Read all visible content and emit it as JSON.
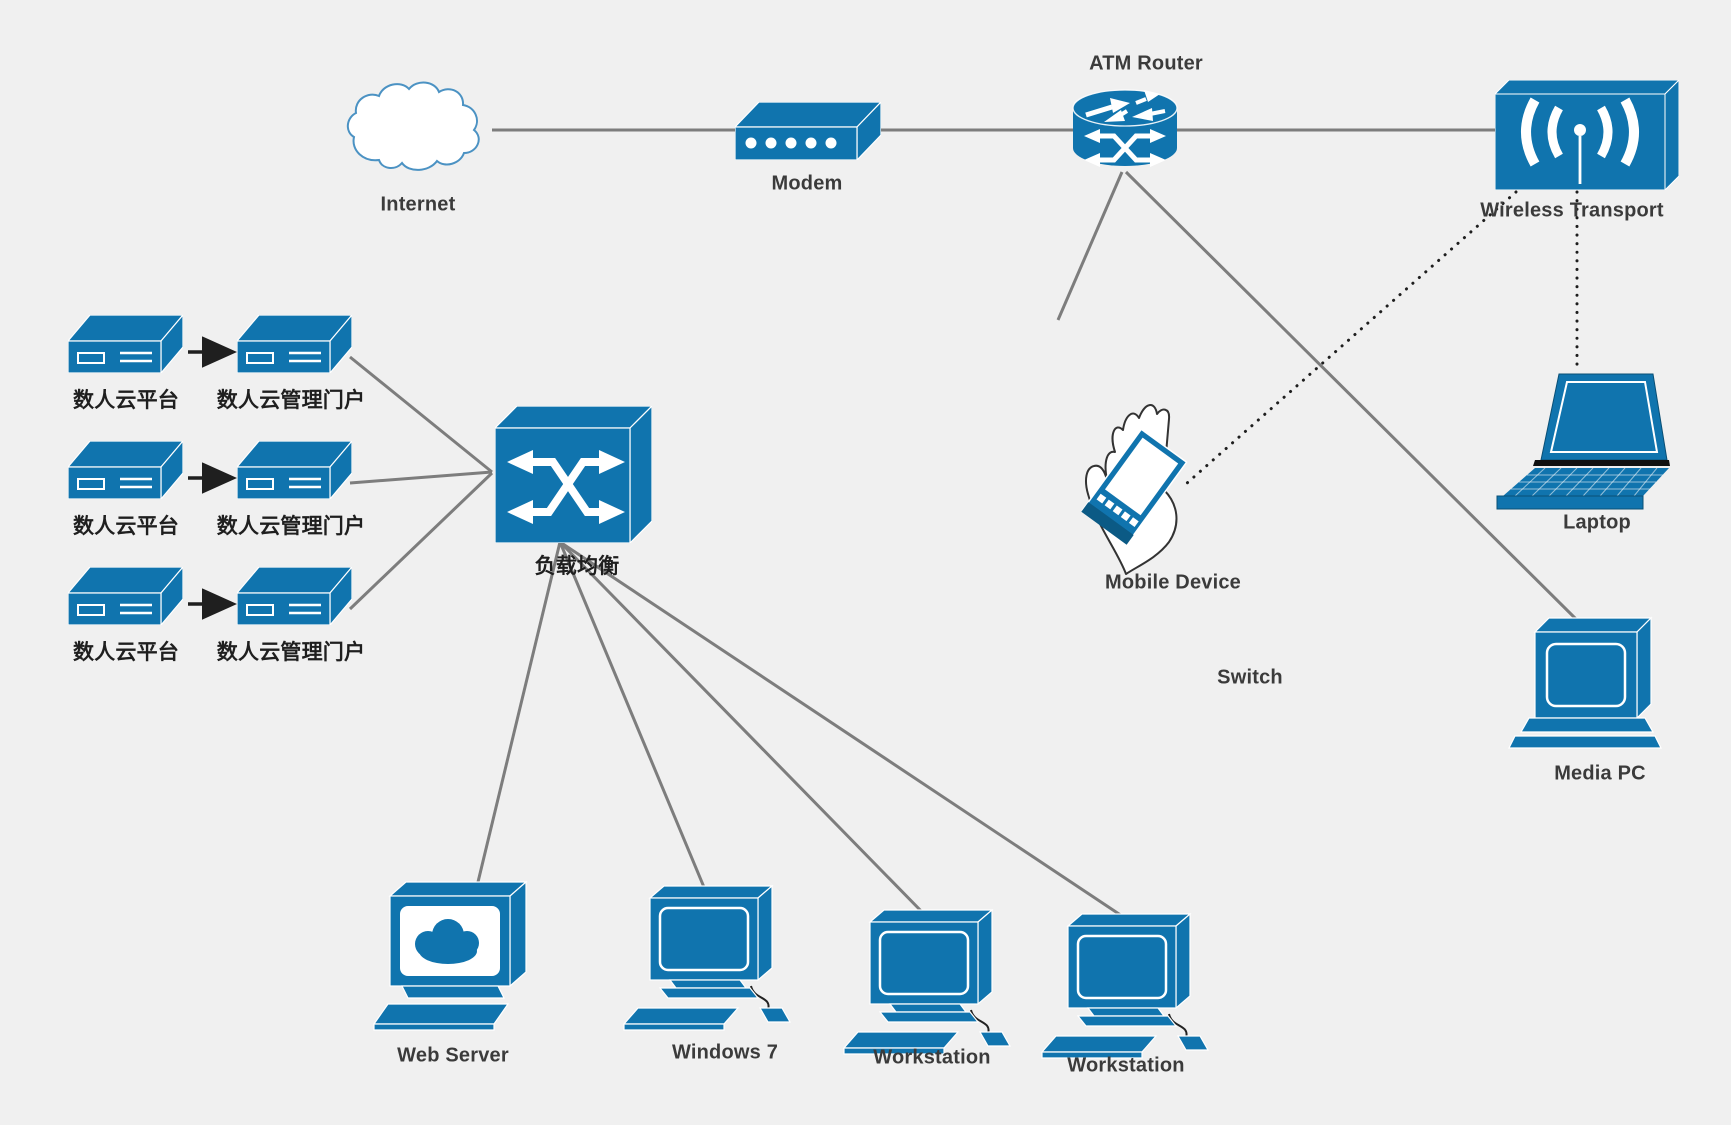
{
  "diagram": {
    "title": "Network topology diagram",
    "colors": {
      "background": "#f0f0f0",
      "accent_blue": "#1074ae",
      "accent_blue_dark": "#0b5a85",
      "connector_gray": "#7d7d7d",
      "dotted_black": "#1e1e1e",
      "label_color": "#3b3b3b",
      "cloud_outline": "#4b92c3"
    },
    "nodes": [
      {
        "id": "internet",
        "label": "Internet",
        "icon": "cloud-icon"
      },
      {
        "id": "modem",
        "label": "Modem",
        "icon": "modem-icon"
      },
      {
        "id": "atm-router",
        "label": "ATM Router",
        "icon": "router-icon"
      },
      {
        "id": "wireless-transport",
        "label": "Wireless Transport",
        "icon": "wireless-antenna-icon"
      },
      {
        "id": "mobile-device",
        "label": "Mobile Device",
        "icon": "hand-with-phone-icon"
      },
      {
        "id": "switch",
        "label": "Switch",
        "icon": null
      },
      {
        "id": "laptop",
        "label": "Laptop",
        "icon": "laptop-icon"
      },
      {
        "id": "media-pc",
        "label": "Media PC",
        "icon": "desktop-pc-icon"
      },
      {
        "id": "cloud-platform-1",
        "label": "数人云平台",
        "icon": "server-box-icon"
      },
      {
        "id": "portal-1",
        "label": "数人云管理门户",
        "icon": "server-box-icon"
      },
      {
        "id": "cloud-platform-2",
        "label": "数人云平台",
        "icon": "server-box-icon"
      },
      {
        "id": "portal-2",
        "label": "数人云管理门户",
        "icon": "server-box-icon"
      },
      {
        "id": "cloud-platform-3",
        "label": "数人云平台",
        "icon": "server-box-icon"
      },
      {
        "id": "portal-3",
        "label": "数人云管理门户",
        "icon": "server-box-icon"
      },
      {
        "id": "load-balancer",
        "label": "负载均衡",
        "icon": "crossed-arrows-icon"
      },
      {
        "id": "web-server",
        "label": "Web Server",
        "icon": "monitor-cloud-icon"
      },
      {
        "id": "windows-7",
        "label": "Windows 7",
        "icon": "workstation-icon"
      },
      {
        "id": "workstation-1",
        "label": "Workstation",
        "icon": "workstation-icon"
      },
      {
        "id": "workstation-2",
        "label": "Workstation",
        "icon": "workstation-icon"
      }
    ],
    "connections": [
      {
        "from": "internet",
        "to": "modem",
        "style": "solid"
      },
      {
        "from": "modem",
        "to": "atm-router",
        "style": "solid"
      },
      {
        "from": "atm-router",
        "to": "wireless-transport",
        "style": "solid"
      },
      {
        "from": "atm-router",
        "to": "mobile-device-area",
        "style": "solid"
      },
      {
        "from": "atm-router",
        "to": "media-pc",
        "style": "solid"
      },
      {
        "from": "wireless-transport",
        "to": "mobile-device",
        "style": "dotted"
      },
      {
        "from": "wireless-transport",
        "to": "laptop",
        "style": "dotted"
      },
      {
        "from": "portal-1",
        "to": "load-balancer",
        "style": "solid"
      },
      {
        "from": "portal-2",
        "to": "load-balancer",
        "style": "solid"
      },
      {
        "from": "portal-3",
        "to": "load-balancer",
        "style": "solid"
      },
      {
        "from": "load-balancer",
        "to": "web-server",
        "style": "solid"
      },
      {
        "from": "load-balancer",
        "to": "windows-7",
        "style": "solid"
      },
      {
        "from": "load-balancer",
        "to": "workstation-1",
        "style": "solid"
      },
      {
        "from": "load-balancer",
        "to": "workstation-2",
        "style": "solid"
      },
      {
        "from": "cloud-platform-1",
        "to": "portal-1",
        "style": "arrow"
      },
      {
        "from": "cloud-platform-2",
        "to": "portal-2",
        "style": "arrow"
      },
      {
        "from": "cloud-platform-3",
        "to": "portal-3",
        "style": "arrow"
      }
    ]
  }
}
